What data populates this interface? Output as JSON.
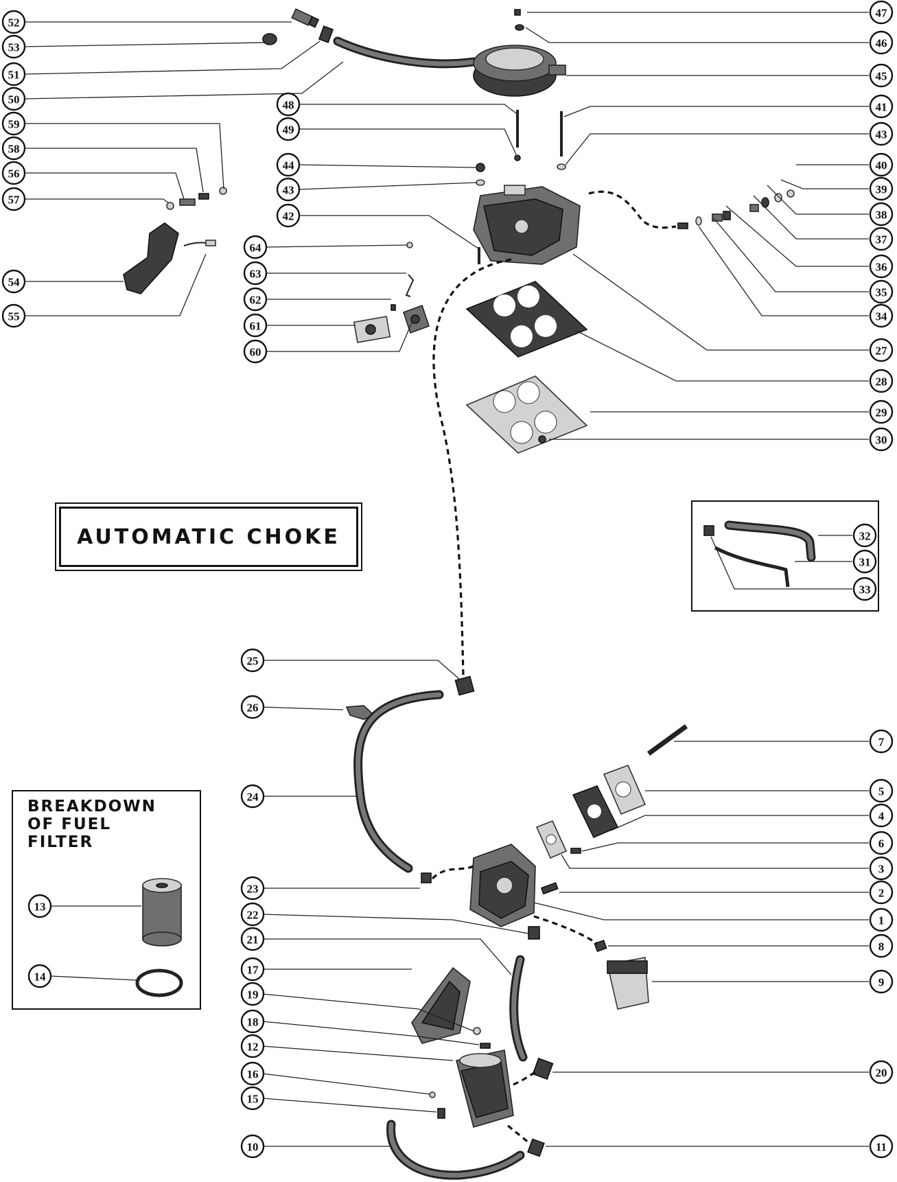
{
  "labels": {
    "automatic_choke": "AUTOMATIC CHOKE",
    "filter_title": [
      "BREAKDOWN",
      "OF FUEL",
      "FILTER"
    ]
  },
  "callouts": [
    "1",
    "2",
    "3",
    "4",
    "5",
    "6",
    "7",
    "8",
    "9",
    "10",
    "11",
    "12",
    "13",
    "14",
    "15",
    "16",
    "17",
    "18",
    "19",
    "20",
    "21",
    "22",
    "23",
    "24",
    "25",
    "26",
    "27",
    "28",
    "29",
    "30",
    "31",
    "32",
    "33",
    "34",
    "35",
    "36",
    "37",
    "38",
    "39",
    "40",
    "41",
    "42",
    "43",
    "44",
    "45",
    "46",
    "47",
    "48",
    "49",
    "50",
    "51",
    "52",
    "53",
    "54",
    "55",
    "56",
    "57",
    "58",
    "59",
    "60",
    "61",
    "62",
    "63",
    "64"
  ],
  "colors": {
    "ink": "#111111",
    "paper": "#ffffff"
  }
}
